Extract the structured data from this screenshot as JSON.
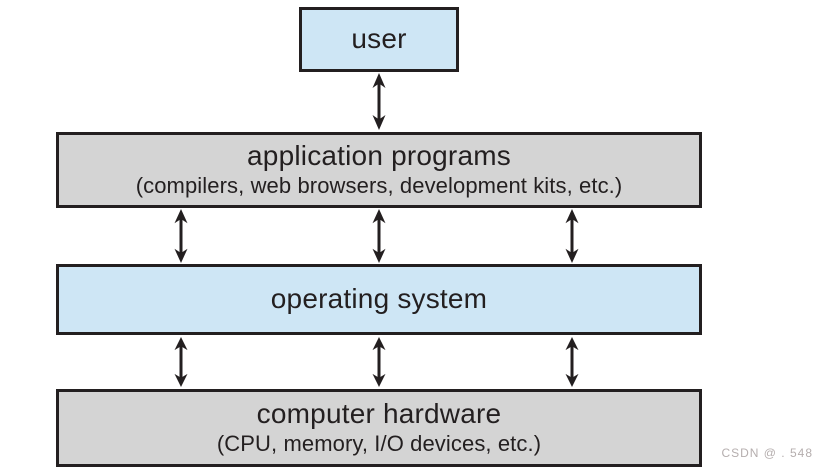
{
  "diagram": {
    "type": "layered-architecture",
    "layers": [
      {
        "id": "user",
        "title": "user",
        "fill": "#cee6f5"
      },
      {
        "id": "application-programs",
        "title": "application programs",
        "subtitle": "(compilers, web browsers, development kits, etc.)",
        "fill": "#d4d4d4"
      },
      {
        "id": "operating-system",
        "title": "operating system",
        "fill": "#cee6f5"
      },
      {
        "id": "computer-hardware",
        "title": "computer hardware",
        "subtitle": "(CPU, memory, I/O devices, etc.)",
        "fill": "#d4d4d4"
      }
    ],
    "connections": [
      {
        "from": "user",
        "to": "application-programs",
        "style": "bidirectional",
        "arrow_count": 1
      },
      {
        "from": "application-programs",
        "to": "operating-system",
        "style": "bidirectional",
        "arrow_count": 3
      },
      {
        "from": "operating-system",
        "to": "computer-hardware",
        "style": "bidirectional",
        "arrow_count": 3
      }
    ]
  },
  "colors": {
    "background": "#ffffff",
    "box_blue": "#cee6f5",
    "box_gray": "#d4d4d4",
    "border": "#231f20",
    "arrow": "#231f20",
    "watermark": "#b5aeae"
  },
  "watermark": {
    "text": "CSDN @ . 548"
  }
}
